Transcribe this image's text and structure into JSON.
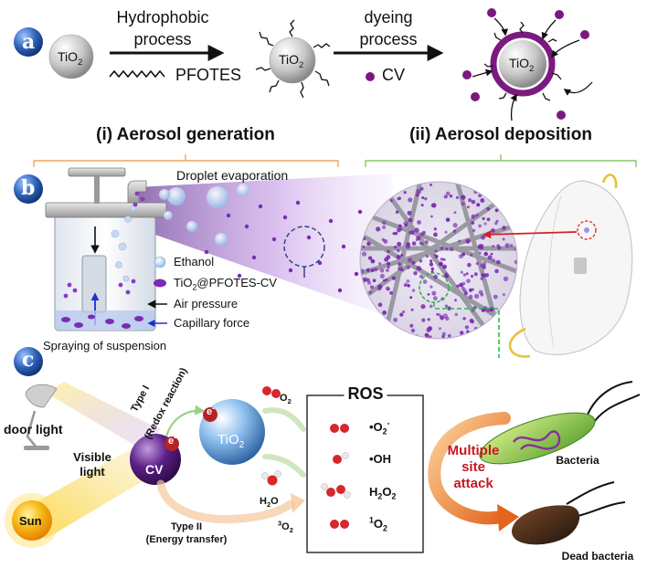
{
  "panel_a": {
    "badge": "a",
    "tio2": "TiO",
    "two": "2",
    "hydrophobic_line1": "Hydrophobic",
    "hydrophobic_line2": "process",
    "pfotes": "PFOTES",
    "dyeing_line1": "dyeing",
    "dyeing_line2": "process",
    "cv": "CV"
  },
  "panel_b": {
    "badge": "b",
    "header_generation": "(i) Aerosol generation",
    "header_deposition": "(ii) Aerosol deposition",
    "droplet_evaporation": "Droplet evaporation",
    "legend_ethanol": "Ethanol",
    "legend_particle_prefix": "TiO",
    "legend_particle_sub": "2",
    "legend_particle_suffix": "@PFOTES-CV",
    "legend_air": "Air pressure",
    "legend_capillary": "Capillary force",
    "spraying": "Spraying of suspension"
  },
  "panel_c": {
    "badge": "c",
    "door_light": "door light",
    "visible_line1": "Visible",
    "visible_line2": "light",
    "sun": "Sun",
    "cv": "CV",
    "electron": "e",
    "electron_sup": "-",
    "tio2": "TiO",
    "two": "2",
    "type1_line1": "Type I",
    "type1_line2": "(Redox reaction)",
    "type2_line1": "Type II",
    "type2_line2": "(Energy transfer)",
    "o2": "O",
    "h2o": "H",
    "h2o_sub": "2",
    "h2o_tail": "O",
    "triplet_sup": "3",
    "ros_title": "ROS",
    "ros_superoxide": "•O",
    "ros_superoxide_sub": "2",
    "ros_superoxide_sup": "-",
    "ros_hydroxyl": "•OH",
    "ros_h2o2_a": "H",
    "ros_h2o2_b": "O",
    "ros_singlet_sup": "1",
    "multiple_line1": "Multiple",
    "multiple_line2": "site",
    "multiple_line3": "attack",
    "bacteria": "Bacteria",
    "dead_bacteria": "Dead bacteria"
  },
  "colors": {
    "purple": "#7b1a7e",
    "cv_purple": "#5b1f86",
    "tio2_blue": "#4c8ed6",
    "orange_bracket": "#f2a65a",
    "green_bracket": "#8cc86b",
    "red_text": "#c4191f",
    "ros_red": "#d6272d",
    "badge_blue": "#1e4d9a"
  }
}
